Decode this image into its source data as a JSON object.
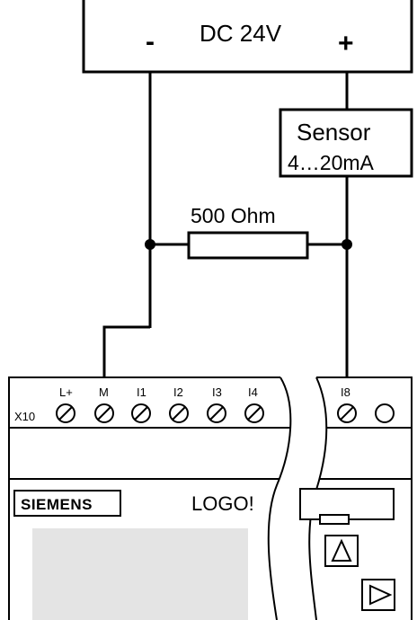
{
  "power_supply": {
    "label": "DC 24V",
    "minus": "-",
    "plus": "+"
  },
  "sensor": {
    "name": "Sensor",
    "range": "4…20mA"
  },
  "resistor": {
    "label": "500 Ohm"
  },
  "plc": {
    "connector": "X10",
    "terminals": [
      "L+",
      "M",
      "I1",
      "I2",
      "I3",
      "I4"
    ],
    "right_terminal": "I8",
    "brand": "SIEMENS",
    "model": "LOGO!"
  }
}
